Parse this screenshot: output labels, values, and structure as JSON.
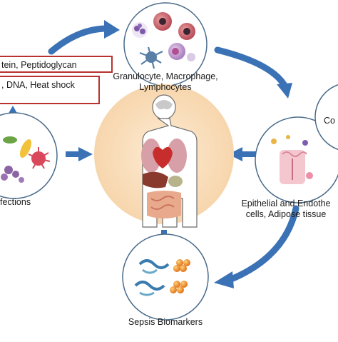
{
  "diagram": {
    "box_top": "tein, Peptidoglycan",
    "box_bottom": ", DNA, Heat shock",
    "infections_label": "fections",
    "immune_cells_label": [
      "Granulocyte, Macrophage,",
      "Lymphocytes"
    ],
    "tissue_label": [
      "Epithelial and Endothe",
      "cells, Adipose tissue"
    ],
    "right_cut_label": "Co",
    "biomarkers_label": "Sepsis Biomarkers",
    "colors": {
      "arrow": "#3b72b6",
      "box_border": "#b8322f",
      "circle_border": "#4a6b8a",
      "body_bg": "#fbe6c8"
    }
  }
}
